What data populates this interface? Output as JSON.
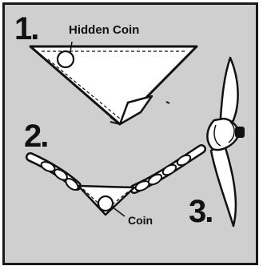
{
  "steps": {
    "one": "1.",
    "two": "2.",
    "three": "3."
  },
  "labels": {
    "hidden_coin": "Hidden Coin",
    "coin": "Coin"
  },
  "colors": {
    "background": "#cfcfcf",
    "scarf": "#ffffff",
    "ink": "#111111"
  }
}
